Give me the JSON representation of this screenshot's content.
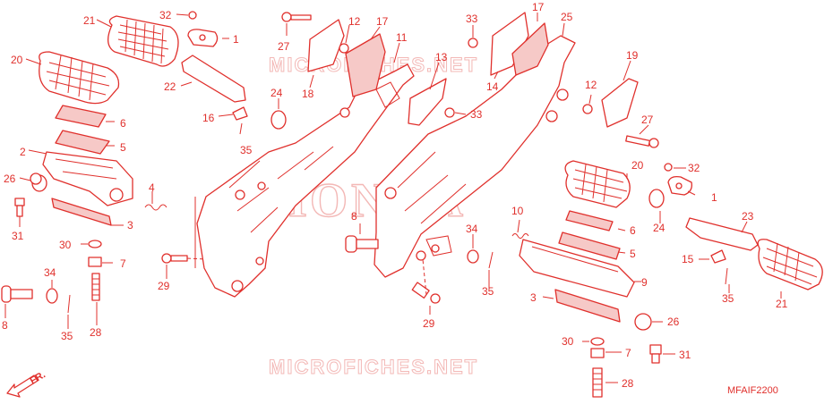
{
  "diagram": {
    "code": "MFAIF2200",
    "watermark": "MICROFICHES.NET",
    "brand_watermark": "HONDA",
    "direction_label": "FR.",
    "callouts": [
      {
        "id": "c21a",
        "text": "21"
      },
      {
        "id": "c32a",
        "text": "32"
      },
      {
        "id": "c1a",
        "text": "1"
      },
      {
        "id": "c20a",
        "text": "20"
      },
      {
        "id": "c22",
        "text": "22"
      },
      {
        "id": "c16",
        "text": "16"
      },
      {
        "id": "c6a",
        "text": "6"
      },
      {
        "id": "c5a",
        "text": "5"
      },
      {
        "id": "c2",
        "text": "2"
      },
      {
        "id": "c26a",
        "text": "26"
      },
      {
        "id": "c4",
        "text": "4"
      },
      {
        "id": "c3a",
        "text": "3"
      },
      {
        "id": "c31a",
        "text": "31"
      },
      {
        "id": "c30a",
        "text": "30"
      },
      {
        "id": "c7a",
        "text": "7"
      },
      {
        "id": "c34a",
        "text": "34"
      },
      {
        "id": "c8a",
        "text": "8"
      },
      {
        "id": "c35a",
        "text": "35"
      },
      {
        "id": "c28a",
        "text": "28"
      },
      {
        "id": "c29a",
        "text": "29"
      },
      {
        "id": "c35b",
        "text": "35"
      },
      {
        "id": "c27a",
        "text": "27"
      },
      {
        "id": "c12a",
        "text": "12"
      },
      {
        "id": "c17a",
        "text": "17"
      },
      {
        "id": "c11",
        "text": "11"
      },
      {
        "id": "c18",
        "text": "18"
      },
      {
        "id": "c24a",
        "text": "24"
      },
      {
        "id": "c13",
        "text": "13"
      },
      {
        "id": "c33a",
        "text": "33"
      },
      {
        "id": "c33b",
        "text": "33"
      },
      {
        "id": "c17b",
        "text": "17"
      },
      {
        "id": "c25",
        "text": "25"
      },
      {
        "id": "c14",
        "text": "14"
      },
      {
        "id": "c19",
        "text": "19"
      },
      {
        "id": "c12b",
        "text": "12"
      },
      {
        "id": "c27b",
        "text": "27"
      },
      {
        "id": "c20b",
        "text": "20"
      },
      {
        "id": "c32b",
        "text": "32"
      },
      {
        "id": "c1b",
        "text": "1"
      },
      {
        "id": "c24b",
        "text": "24"
      },
      {
        "id": "c23",
        "text": "23"
      },
      {
        "id": "c8b",
        "text": "8"
      },
      {
        "id": "c10",
        "text": "10"
      },
      {
        "id": "c34b",
        "text": "34"
      },
      {
        "id": "c35c",
        "text": "35"
      },
      {
        "id": "c6b",
        "text": "6"
      },
      {
        "id": "c5b",
        "text": "5"
      },
      {
        "id": "c9",
        "text": "9"
      },
      {
        "id": "c15",
        "text": "15"
      },
      {
        "id": "c35d",
        "text": "35"
      },
      {
        "id": "c21b",
        "text": "21"
      },
      {
        "id": "c3b",
        "text": "3"
      },
      {
        "id": "c26b",
        "text": "26"
      },
      {
        "id": "c29b",
        "text": "29"
      },
      {
        "id": "c30b",
        "text": "30"
      },
      {
        "id": "c7b",
        "text": "7"
      },
      {
        "id": "c31b",
        "text": "31"
      },
      {
        "id": "c28b",
        "text": "28"
      }
    ]
  }
}
